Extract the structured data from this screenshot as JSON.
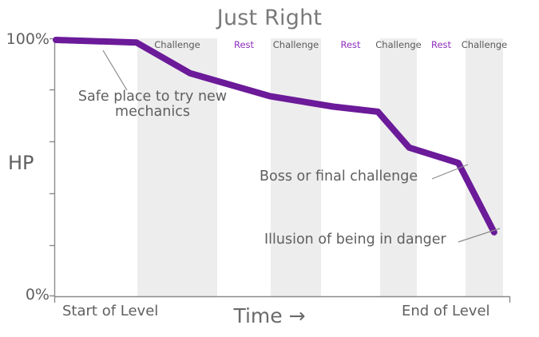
{
  "chart_data": {
    "type": "line",
    "title": "Just Right",
    "xlabel": "Time →",
    "ylabel": "HP",
    "ylim": [
      0,
      100
    ],
    "ytick_labels": [
      "100%",
      "0%"
    ],
    "xtick_labels": [
      "Start of Level",
      "End of Level"
    ],
    "grid": false,
    "legend": null,
    "series": [
      {
        "name": "HP",
        "color": "#6B1A99",
        "points": [
          {
            "t": 0.0,
            "hp": 100
          },
          {
            "t": 0.18,
            "hp": 99
          },
          {
            "t": 0.3,
            "hp": 87
          },
          {
            "t": 0.48,
            "hp": 78
          },
          {
            "t": 0.62,
            "hp": 74
          },
          {
            "t": 0.72,
            "hp": 72
          },
          {
            "t": 0.79,
            "hp": 58
          },
          {
            "t": 0.9,
            "hp": 52
          },
          {
            "t": 0.98,
            "hp": 25
          }
        ]
      }
    ],
    "bands": [
      {
        "label": "Challenge",
        "kind": "challenge",
        "x0": 172,
        "x1": 272
      },
      {
        "label": "Rest",
        "kind": "rest",
        "x0": 272,
        "x1": 339
      },
      {
        "label": "Challenge",
        "kind": "challenge",
        "x0": 339,
        "x1": 402
      },
      {
        "label": "Rest",
        "kind": "rest",
        "x0": 402,
        "x1": 476
      },
      {
        "label": "Challenge",
        "kind": "challenge",
        "x0": 476,
        "x1": 522
      },
      {
        "label": "Rest",
        "kind": "rest",
        "x0": 522,
        "x1": 583
      },
      {
        "label": "Challenge",
        "kind": "challenge",
        "x0": 583,
        "x1": 630
      }
    ],
    "annotations": [
      {
        "text": "Safe place to try new mechanics",
        "name": "annotation-safe-place"
      },
      {
        "text": "Boss or final challenge",
        "name": "annotation-boss"
      },
      {
        "text": "Illusion of being in danger",
        "name": "annotation-illusion"
      }
    ],
    "colors": {
      "line": "#6B1A99",
      "band_fill": "#EDEDED",
      "rest_text": "#8E2FBD",
      "challenge_text": "#5A5A5A",
      "axis": "#8a8a8a",
      "text": "#606060"
    }
  },
  "axis": {
    "y_top_label": "100%",
    "y_bottom_label": "0%",
    "y_title": "HP",
    "x_title": "Time →",
    "x_start": "Start of Level",
    "x_end": "End of Level"
  },
  "title": "Just Right",
  "annotations": {
    "safe": "Safe place to try new mechanics",
    "boss": "Boss or final challenge",
    "illusion": "Illusion of being in danger"
  }
}
